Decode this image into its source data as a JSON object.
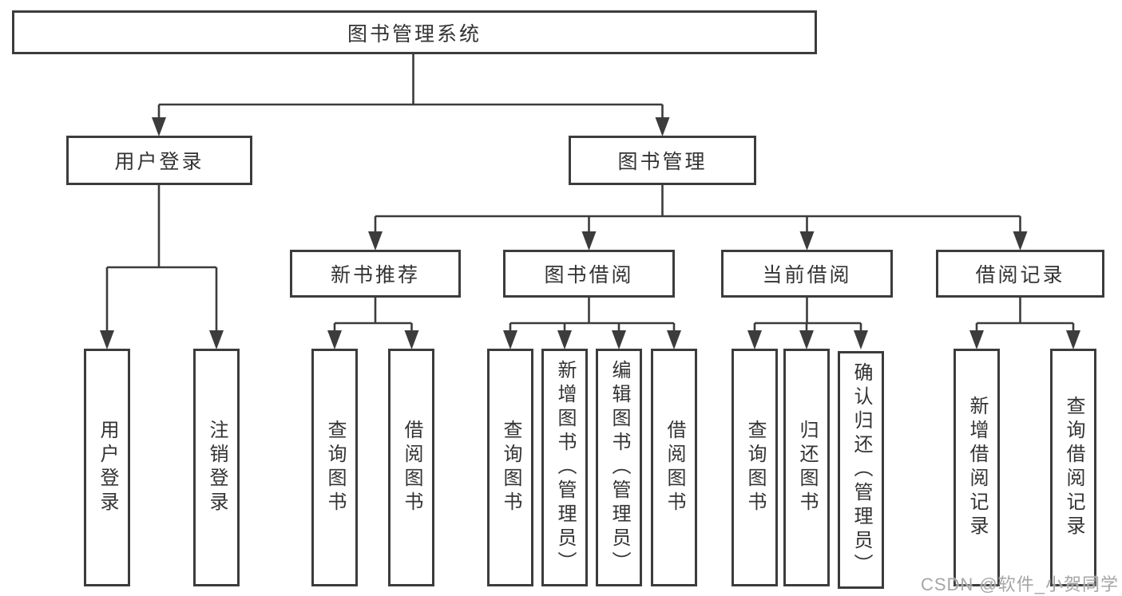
{
  "diagram": {
    "root": {
      "label": "图书管理系统"
    },
    "branches": [
      {
        "label": "用户登录",
        "children": [
          {
            "label": "用户登录"
          },
          {
            "label": "注销登录"
          }
        ]
      },
      {
        "label": "图书管理",
        "children": [
          {
            "label": "新书推荐",
            "children": [
              {
                "label": "查询图书"
              },
              {
                "label": "借阅图书"
              }
            ]
          },
          {
            "label": "图书借阅",
            "children": [
              {
                "label": "查询图书"
              },
              {
                "label": "新增图书（管理员）"
              },
              {
                "label": "编辑图书（管理员）"
              },
              {
                "label": "借阅图书"
              }
            ]
          },
          {
            "label": "当前借阅",
            "children": [
              {
                "label": "查询图书"
              },
              {
                "label": "归还图书"
              },
              {
                "label": "确认归还（管理员）"
              }
            ]
          },
          {
            "label": "借阅记录",
            "children": [
              {
                "label": "新增借阅记录"
              },
              {
                "label": "查询借阅记录"
              }
            ]
          }
        ]
      }
    ]
  },
  "watermark": {
    "text": "CSDN @软件_小贺同学"
  },
  "colors": {
    "line": "#3c3c3c",
    "box_border": "#3c3c3c",
    "text": "#333333",
    "background": "#ffffff",
    "watermark": "#a6a6a6"
  }
}
